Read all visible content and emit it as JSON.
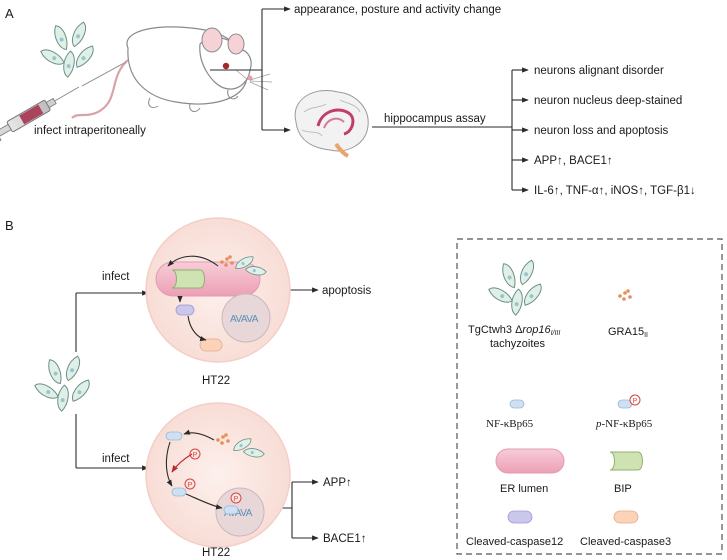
{
  "panel_a": {
    "label": "A",
    "inject_caption": "infect intraperitoneally",
    "top_branch": "appearance, posture and activity change",
    "assay_label": "hippocampus assay",
    "outcomes": {
      "o1": "neurons alignant disorder",
      "o2": "neuron nucleus deep-stained",
      "o3": "neuron loss and apoptosis",
      "o4": "APP↑,  BACE1↑",
      "o5": "IL-6↑,  TNF-α↑,  iNOS↑,  TGF-β1↓"
    }
  },
  "panel_b": {
    "label": "B",
    "infect_top": "infect",
    "infect_bottom": "infect",
    "cell_top_label": "HT22",
    "cell_bottom_label": "HT22",
    "apoptosis": "apoptosis",
    "app": "APP↑",
    "bace1": "BACE1↑",
    "dna_text": "AVAVA",
    "p_mark": "P"
  },
  "legend": {
    "tachy_name": "TgCtwh3 Δ",
    "tachy_gene": "rop16",
    "tachy_sup": "I/III",
    "tachy_line2": "tachyzoites",
    "gra_name": "GRA15",
    "gra_sub": "II",
    "nfkb": "NF-κBp65",
    "p_prefix": "p",
    "p_nfkb": "-NF-κBp65",
    "p_mark": "P",
    "er": "ER lumen",
    "bip": "BIP",
    "casp12": "Cleaved-caspase12",
    "casp3": "Cleaved-caspase3"
  },
  "colors": {
    "line": "#2a2a2a",
    "cell_fill": "#fbe6e1",
    "cell_edge": "#f3cfc6",
    "er_lumen": "#f2b4c5",
    "bip": "#cfe3b2",
    "nfkb": "#cfe0f2",
    "casp12": "#c9c7ec",
    "casp3": "#fbd3b8",
    "gra15": "#e98d5b",
    "phospho": "#d9453f",
    "red_arrow": "#c0282e",
    "nucleus": "#e7d7d9",
    "toxo_fill": "#dff0e8",
    "toxo_edge": "#6c8f85",
    "legend_border": "#555555"
  }
}
